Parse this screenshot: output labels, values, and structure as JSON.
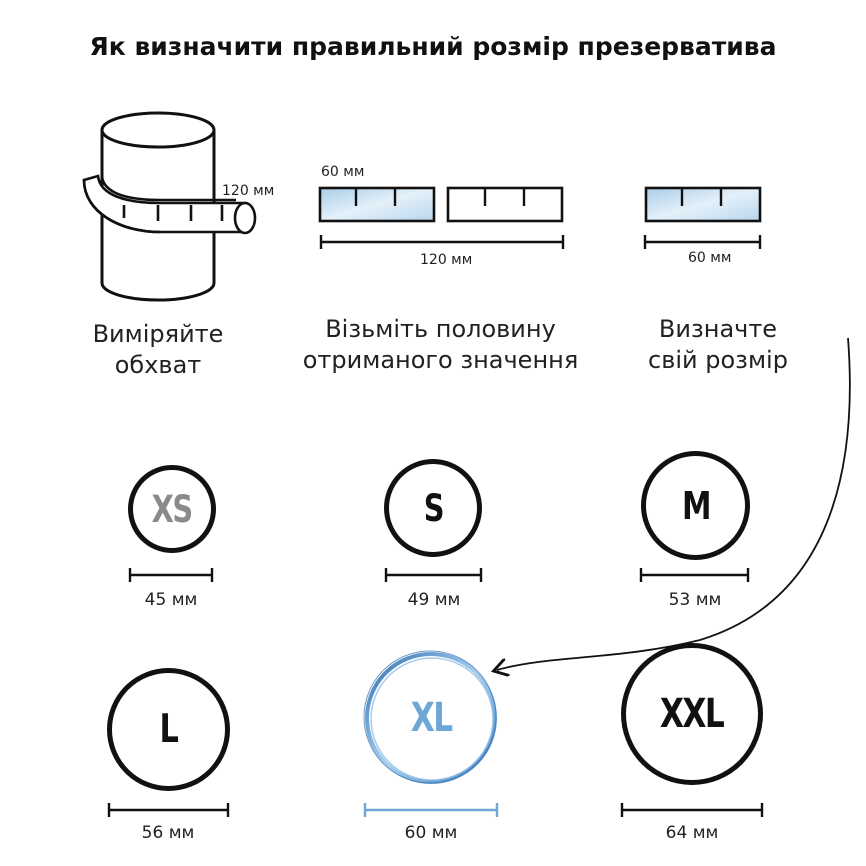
{
  "title": "Як визначити правильний розмір презерватива",
  "steps": [
    {
      "caption_line1": "Виміряйте",
      "caption_line2": "обхват",
      "label": "120 мм"
    },
    {
      "caption_line1": "Візьміть половину",
      "caption_line2": "отриманого значення",
      "label_top": "60 мм",
      "label_bottom": "120 мм"
    },
    {
      "caption_line1": "Визначте",
      "caption_line2": "свій розмір",
      "label": "60 мм"
    }
  ],
  "sizes": [
    {
      "size": "XS",
      "measure": "45 мм"
    },
    {
      "size": "S",
      "measure": "49 мм"
    },
    {
      "size": "M",
      "measure": "53 мм"
    },
    {
      "size": "L",
      "measure": "56 мм"
    },
    {
      "size": "XL",
      "measure": "60 мм",
      "highlighted": true
    },
    {
      "size": "XXL",
      "measure": "64 мм"
    }
  ],
  "colors": {
    "ink": "#111111",
    "accent": "#6ea6d6",
    "tape_fill": "#cfe3f2",
    "xs_text": "#8a8a8a"
  }
}
